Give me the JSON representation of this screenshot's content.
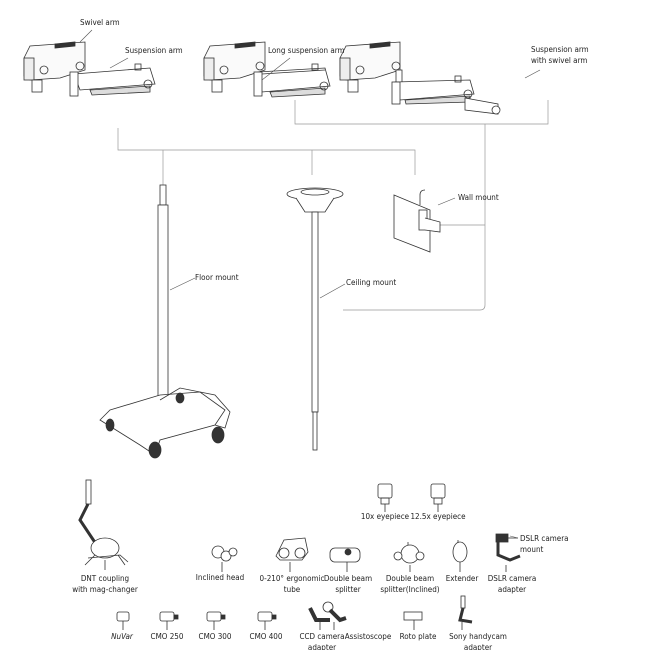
{
  "arms": {
    "swivel_arm": "Swivel arm",
    "suspension_arm": "Suspension arm",
    "long_suspension_arm": "Long suspension arm",
    "suspension_with_swivel_1": "Suspension arm",
    "suspension_with_swivel_2": "with swivel arm"
  },
  "mounts": {
    "floor": "Floor mount",
    "ceiling": "Ceiling mount",
    "wall": "Wall mount"
  },
  "eyepieces": [
    "10x eyepiece",
    "12.5x eyepiece"
  ],
  "accessories_row1": [
    {
      "l1": "DNT coupling",
      "l2": "with mag-changer"
    },
    {
      "l1": "Inclined head",
      "l2": ""
    },
    {
      "l1": "0-210° ergonomic",
      "l2": "tube"
    },
    {
      "l1": "Double beam",
      "l2": "splitter"
    },
    {
      "l1": "Double beam",
      "l2": "splitter(Inclined)"
    },
    {
      "l1": "Extender",
      "l2": ""
    },
    {
      "l1": "DSLR camera",
      "l2": "adapter"
    }
  ],
  "dslr_mount": {
    "l1": "DSLR camera",
    "l2": "mount"
  },
  "objectives_row": [
    {
      "l1": "NuVar",
      "l2": ""
    },
    {
      "l1": "CMO 250",
      "l2": ""
    },
    {
      "l1": "CMO 300",
      "l2": ""
    },
    {
      "l1": "CMO 400",
      "l2": ""
    },
    {
      "l1": "CCD camera",
      "l2": "adapter"
    },
    {
      "l1": "Assistoscope",
      "l2": ""
    },
    {
      "l1": "Roto plate",
      "l2": ""
    },
    {
      "l1": "Sony handycam",
      "l2": "adapter"
    }
  ]
}
